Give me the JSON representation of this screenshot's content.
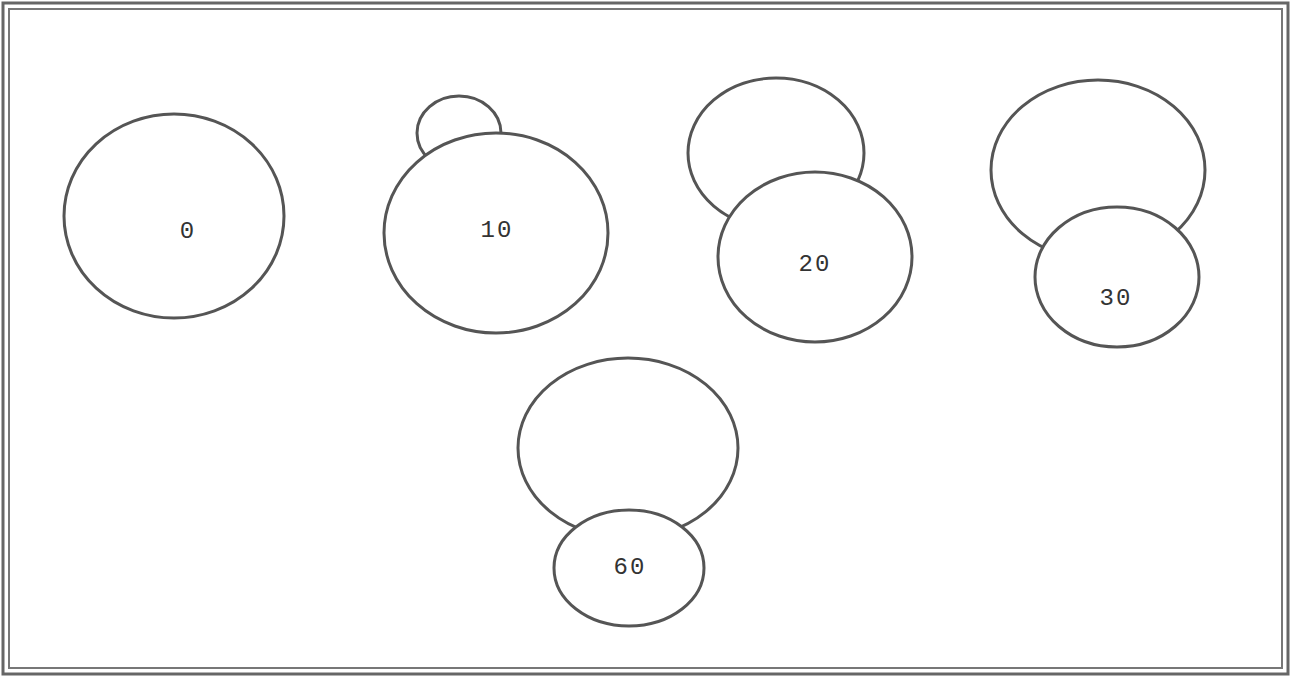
{
  "diagram": {
    "nodes": [
      {
        "text": [
          "0"
        ]
      },
      {
        "text": [
          "10"
        ]
      },
      {
        "text": [
          "20"
        ]
      },
      {
        "text": [
          "30"
        ]
      },
      {
        "text": [
          "60"
        ]
      }
    ]
  }
}
